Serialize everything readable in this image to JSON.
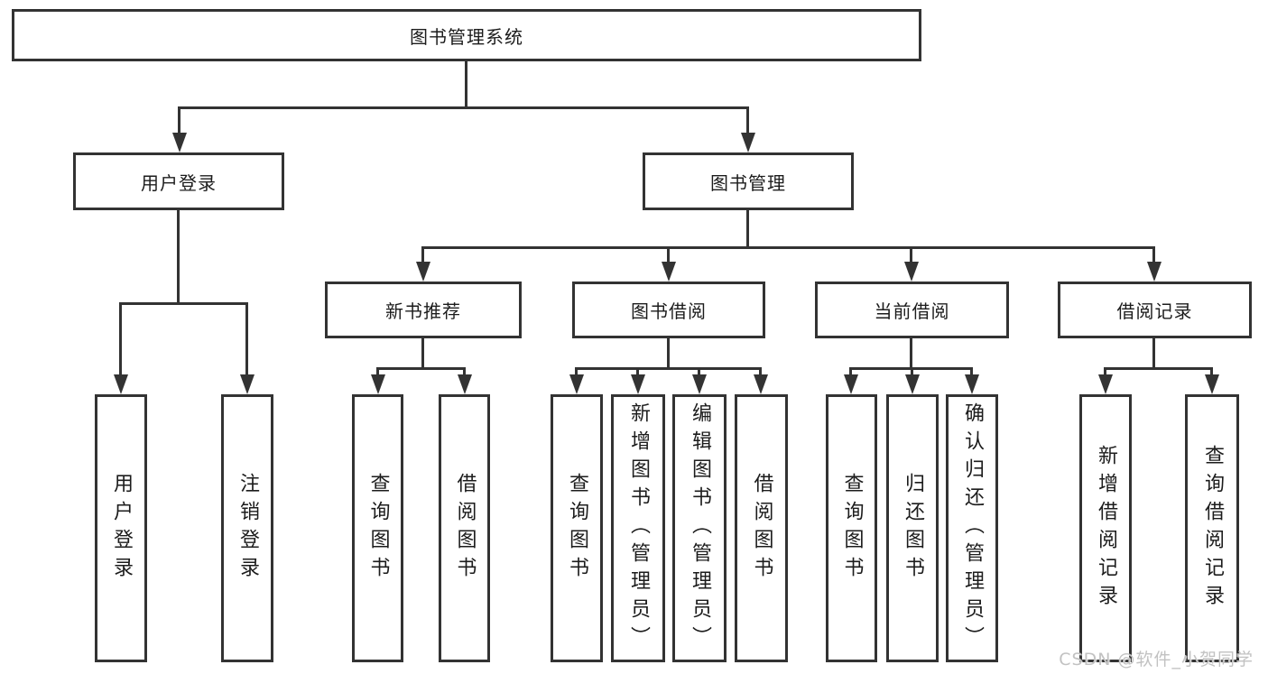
{
  "diagram": {
    "title": "图书管理系统",
    "root": "图书管理系统",
    "level2": {
      "user_login": "用户登录",
      "book_mgmt": "图书管理"
    },
    "level3": {
      "new_book_rec": "新书推荐",
      "book_borrow": "图书借阅",
      "current_borrow": "当前借阅",
      "borrow_records": "借阅记录"
    },
    "leaves": {
      "user_login": "用户登录",
      "logout": "注销登录",
      "query_book_1": "查询图书",
      "borrow_book_1": "借阅图书",
      "query_book_2": "查询图书",
      "add_book": "新增图书（管理员）",
      "edit_book": "编辑图书（管理员）",
      "borrow_book_2": "借阅图书",
      "query_book_3": "查询图书",
      "return_book": "归还图书",
      "confirm_return": "确认归还（管理员）",
      "add_record": "新增借阅记录",
      "query_record": "查询借阅记录"
    }
  },
  "watermark": "CSDN @软件_小贺同学",
  "colors": {
    "line": "#333333",
    "text": "#1c1c1c",
    "watermark": "#c2c2c2",
    "background": "#ffffff"
  }
}
